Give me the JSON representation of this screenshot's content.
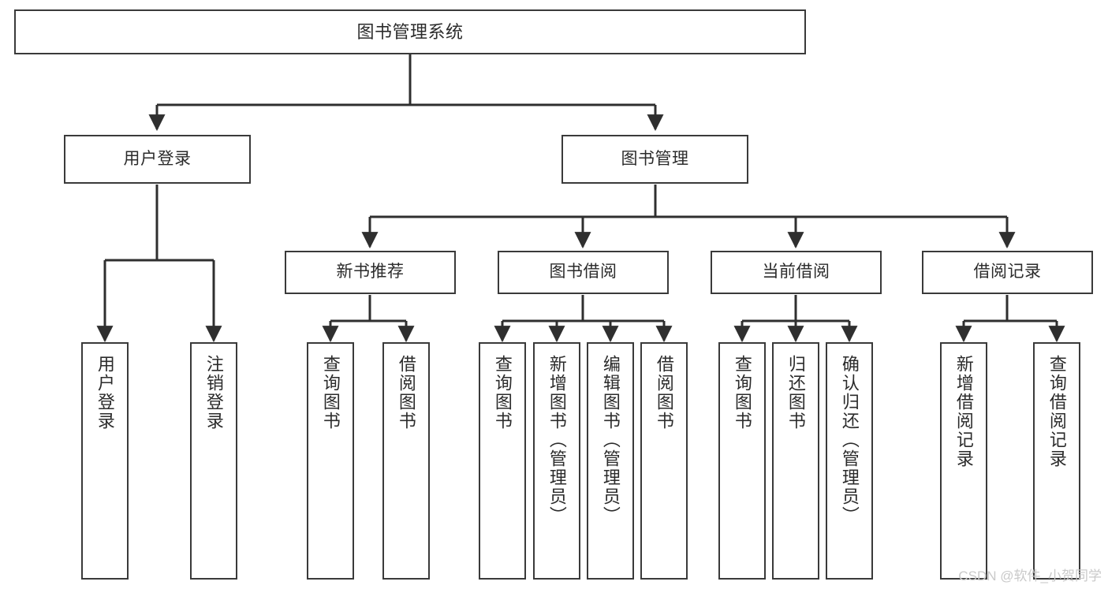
{
  "diagram": {
    "title": "图书管理系统",
    "type": "tree-hierarchy-diagram",
    "colors": {
      "box_border": "#3a3a3a",
      "box_fill": "#ffffff",
      "connector": "#2f2f2f",
      "text": "#2b2b2b",
      "watermark": "#c9c9c9"
    },
    "root": {
      "label": "图书管理系统"
    },
    "level2": [
      {
        "label": "用户登录"
      },
      {
        "label": "图书管理"
      }
    ],
    "level3": [
      {
        "label": "新书推荐"
      },
      {
        "label": "图书借阅"
      },
      {
        "label": "当前借阅"
      },
      {
        "label": "借阅记录"
      }
    ],
    "leaves": {
      "user_login": [
        {
          "label": "用户登录"
        },
        {
          "label": "注销登录"
        }
      ],
      "new_book_recommend": [
        {
          "label": "查询图书"
        },
        {
          "label": "借阅图书"
        }
      ],
      "book_borrow": [
        {
          "label": "查询图书"
        },
        {
          "label": "新增图书（管理员）"
        },
        {
          "label": "编辑图书（管理员）"
        },
        {
          "label": "借阅图书"
        }
      ],
      "current_borrow": [
        {
          "label": "查询图书"
        },
        {
          "label": "归还图书"
        },
        {
          "label": "确认归还（管理员）"
        }
      ],
      "borrow_record": [
        {
          "label": "新增借阅记录"
        },
        {
          "label": "查询借阅记录"
        }
      ]
    },
    "watermark": "CSDN @软件_小贺同学"
  }
}
